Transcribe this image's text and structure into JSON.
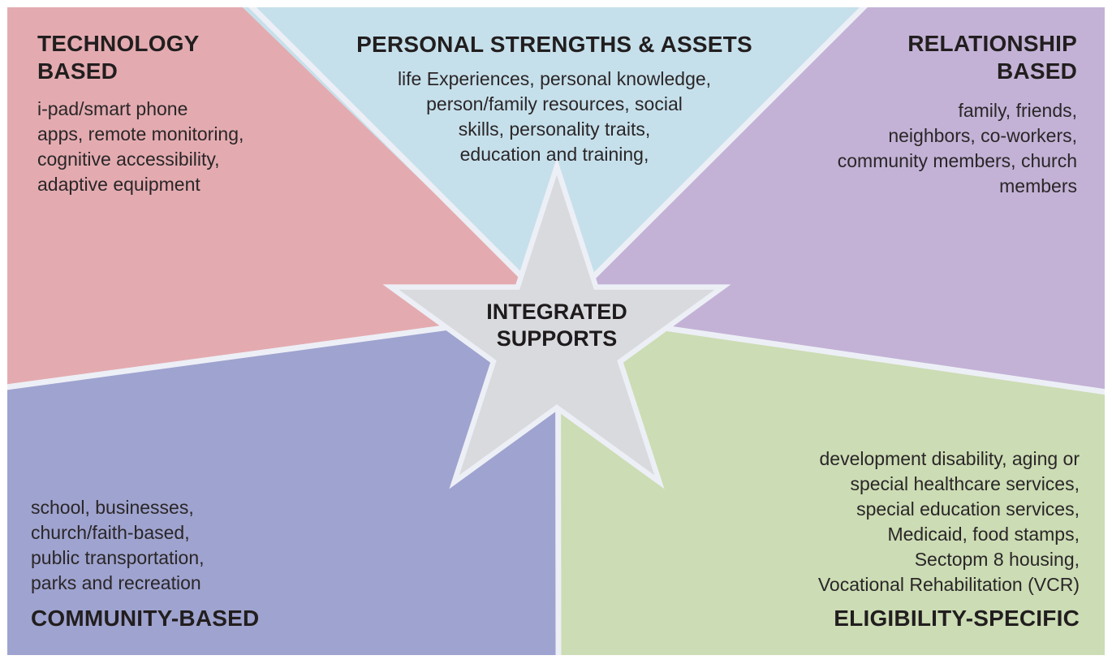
{
  "colors": {
    "divider": "#edeff6",
    "star_fill": "#d8dade",
    "star_stroke": "#edeff6",
    "text": "#262224"
  },
  "center_star": {
    "label": "INTEGRATED\nSUPPORTS"
  },
  "sections": {
    "technology": {
      "title": "TECHNOLOGY\nBASED",
      "body": "i-pad/smart phone\napps, remote monitoring,\ncognitive accessibility,\nadaptive equipment",
      "color": "#e3abb0"
    },
    "personal_strengths": {
      "title": "PERSONAL STRENGTHS & ASSETS",
      "body": "life Experiences, personal knowledge,\nperson/family resources, social\nskills, personality traits,\neducation and training,",
      "color": "#c6e0eb"
    },
    "relationship": {
      "title": "RELATIONSHIP\nBASED",
      "body": "family, friends,\nneighbors, co-workers,\ncommunity members, church\nmembers",
      "color": "#c3b2d6"
    },
    "community": {
      "title": "COMMUNITY-BASED",
      "body": "school, businesses,\nchurch/faith-based,\npublic transportation,\nparks and recreation",
      "color": "#9fa3cf"
    },
    "eligibility": {
      "title": "ELIGIBILITY-SPECIFIC",
      "body": "development disability, aging or\nspecial healthcare services,\nspecial education services,\nMedicaid, food stamps,\nSectopm 8 housing,\nVocational Rehabilitation (VCR)",
      "color": "#ccdcb4"
    }
  }
}
